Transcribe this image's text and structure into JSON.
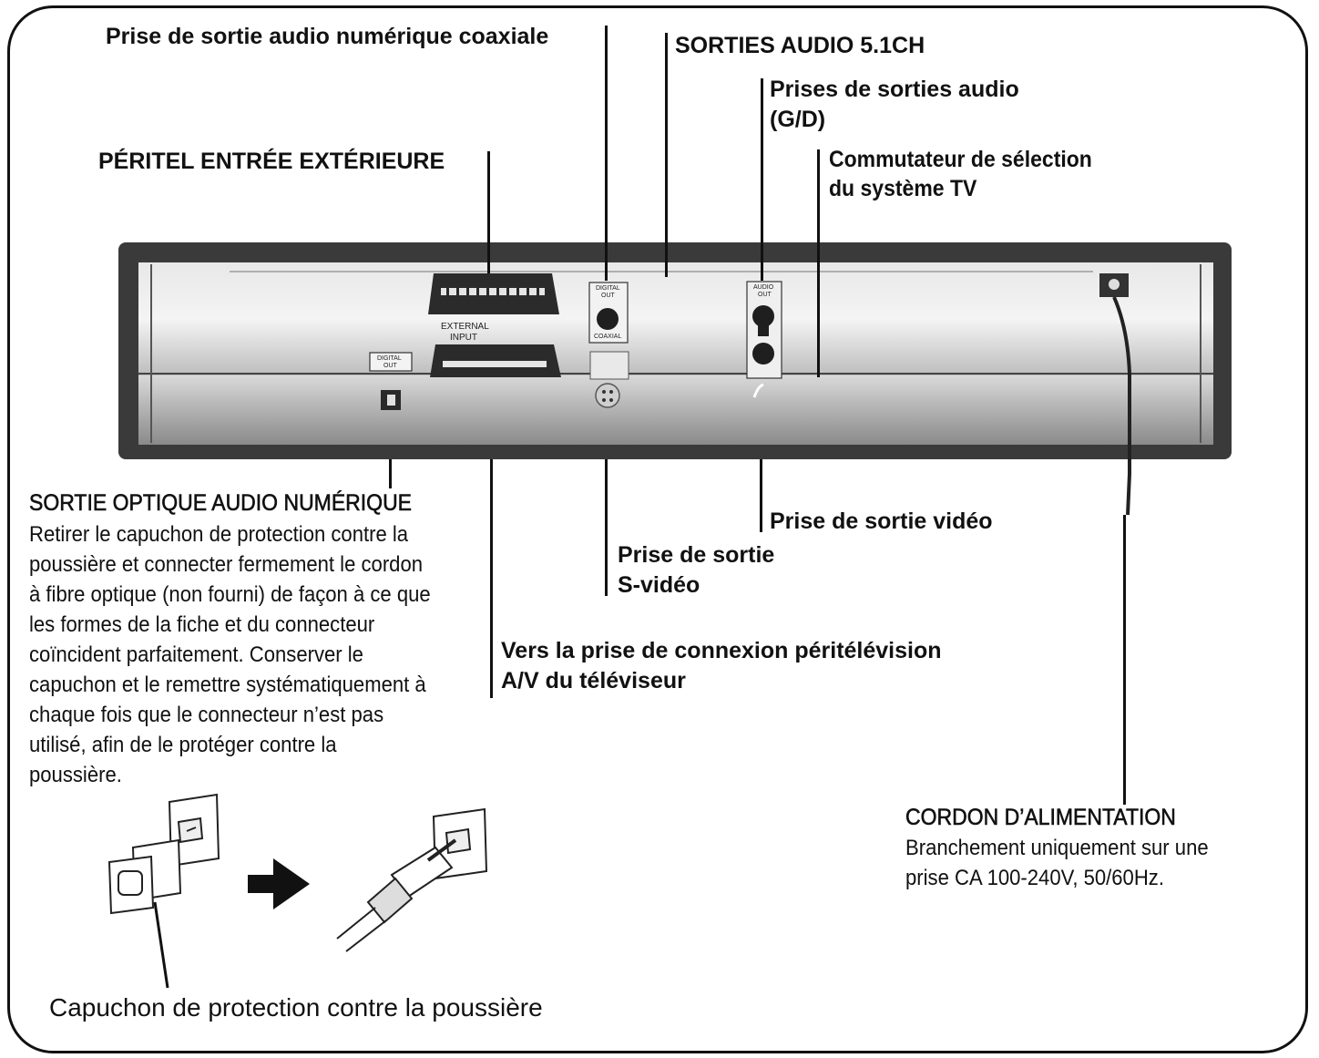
{
  "labels": {
    "coaxial_out": "Prise de sortie audio numérique coaxiale",
    "audio_51": "SORTIES AUDIO 5.1CH",
    "audio_lr_line1": "Prises de sorties audio",
    "audio_lr_line2": "(G/D)",
    "scart_in": "PÉRITEL ENTRÉE EXTÉRIEURE",
    "tv_system_line1": "Commutateur de sélection",
    "tv_system_line2": "du système TV",
    "video_out": "Prise de sortie vidéo",
    "svideo_line1": "Prise de sortie",
    "svideo_line2": "S-vidéo",
    "scart_tv_line1": "Vers la prise de connexion péritélévision",
    "scart_tv_line2": "A/V du téléviseur"
  },
  "optical": {
    "title": "SORTIE OPTIQUE AUDIO NUMÉRIQUE",
    "lines": [
      "Retirer le capuchon de protection contre la",
      "poussière et connecter fermement le cordon",
      "à fibre optique (non fourni) de façon à ce que",
      "les formes de la fiche et du connecteur",
      "coïncident parfaitement. Conserver le",
      "capuchon et le remettre systématiquement à",
      "chaque fois que le connecteur n’est pas",
      "utilisé, afin de le protéger contre la",
      "poussière."
    ]
  },
  "power": {
    "title": "CORDON D’ALIMENTATION",
    "lines": [
      "Branchement uniquement sur une",
      "prise CA 100-240V, 50/60Hz."
    ]
  },
  "dust_cap_caption": "Capuchon de protection contre la poussière",
  "panel_text": {
    "digital_out": "DIGITAL",
    "digital_out2": "OUT",
    "coaxial": "COAXIAL",
    "external": "EXTERNAL",
    "input": "INPUT",
    "audio": "AUDIO",
    "audio_out": "OUT"
  }
}
